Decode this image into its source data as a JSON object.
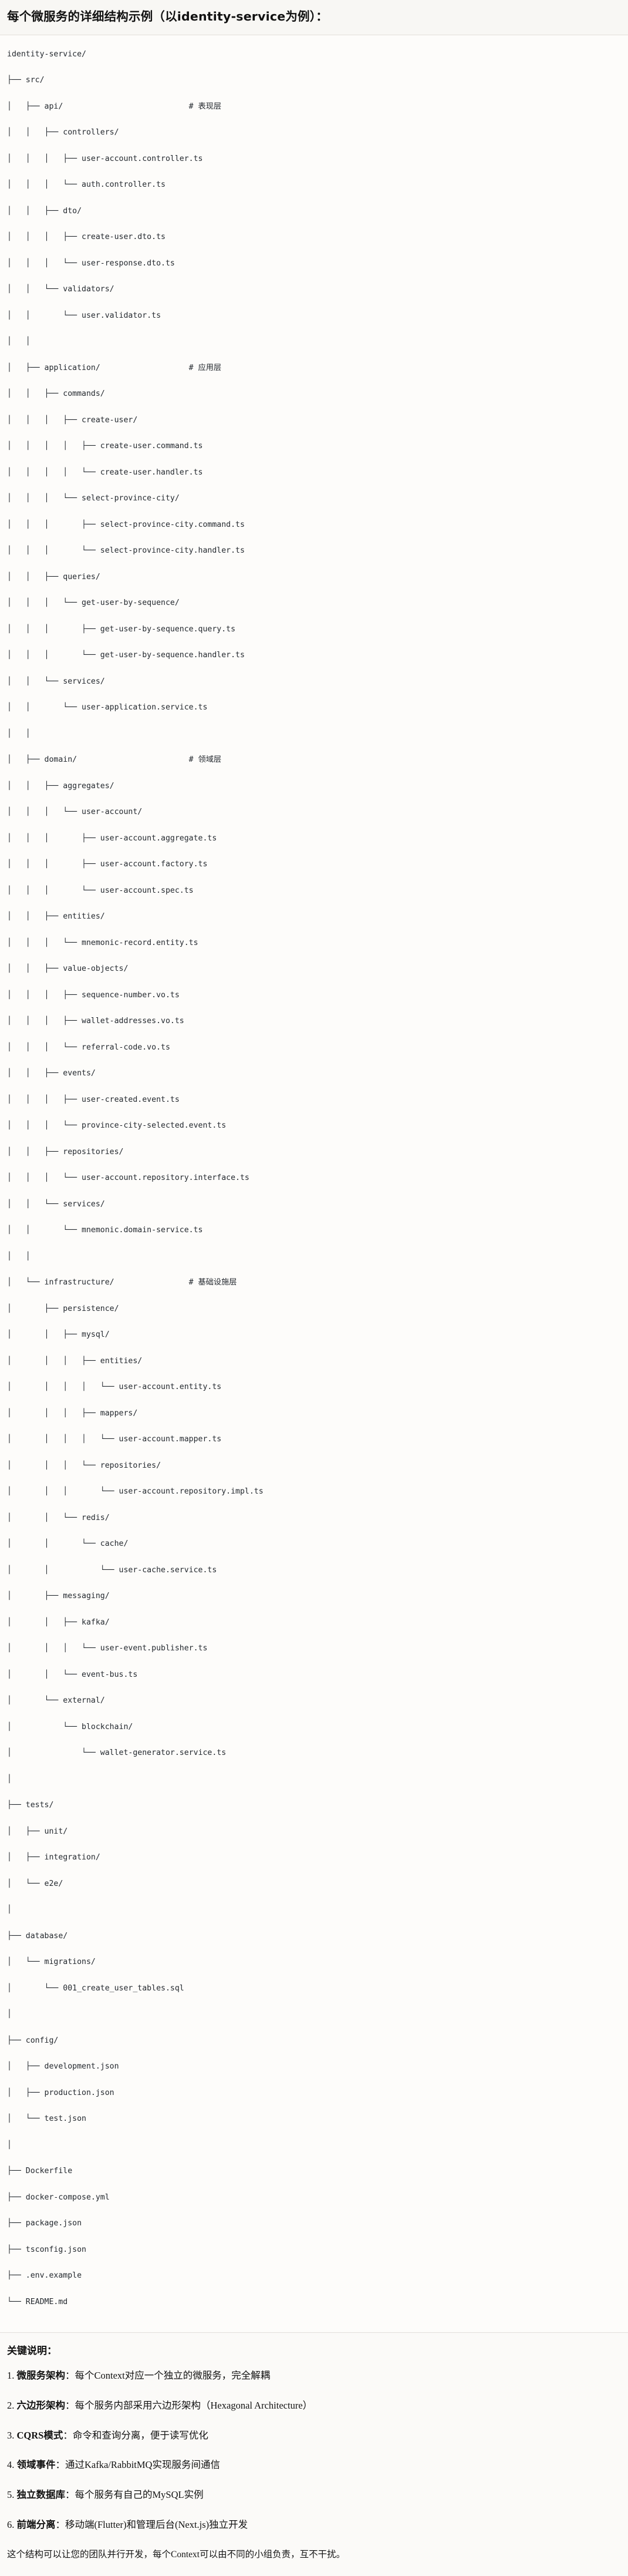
{
  "header": {
    "title": "每个微服务的详细结构示例（以identity-service为例）："
  },
  "tree": {
    "root": "identity-service/",
    "lines": [
      "identity-service/",
      "├── src/",
      "│   ├── api/                           # 表现层",
      "│   │   ├── controllers/",
      "│   │   │   ├── user-account.controller.ts",
      "│   │   │   └── auth.controller.ts",
      "│   │   ├── dto/",
      "│   │   │   ├── create-user.dto.ts",
      "│   │   │   └── user-response.dto.ts",
      "│   │   └── validators/",
      "│   │       └── user.validator.ts",
      "│   │",
      "│   ├── application/                   # 应用层",
      "│   │   ├── commands/",
      "│   │   │   ├── create-user/",
      "│   │   │   │   ├── create-user.command.ts",
      "│   │   │   │   └── create-user.handler.ts",
      "│   │   │   └── select-province-city/",
      "│   │   │       ├── select-province-city.command.ts",
      "│   │   │       └── select-province-city.handler.ts",
      "│   │   ├── queries/",
      "│   │   │   └── get-user-by-sequence/",
      "│   │   │       ├── get-user-by-sequence.query.ts",
      "│   │   │       └── get-user-by-sequence.handler.ts",
      "│   │   └── services/",
      "│   │       └── user-application.service.ts",
      "│   │",
      "│   ├── domain/                        # 领域层",
      "│   │   ├── aggregates/",
      "│   │   │   └── user-account/",
      "│   │   │       ├── user-account.aggregate.ts",
      "│   │   │       ├── user-account.factory.ts",
      "│   │   │       └── user-account.spec.ts",
      "│   │   ├── entities/",
      "│   │   │   └── mnemonic-record.entity.ts",
      "│   │   ├── value-objects/",
      "│   │   │   ├── sequence-number.vo.ts",
      "│   │   │   ├── wallet-addresses.vo.ts",
      "│   │   │   └── referral-code.vo.ts",
      "│   │   ├── events/",
      "│   │   │   ├── user-created.event.ts",
      "│   │   │   └── province-city-selected.event.ts",
      "│   │   ├── repositories/",
      "│   │   │   └── user-account.repository.interface.ts",
      "│   │   └── services/",
      "│   │       └── mnemonic.domain-service.ts",
      "│   │",
      "│   └── infrastructure/                # 基础设施层",
      "│       ├── persistence/",
      "│       │   ├── mysql/",
      "│       │   │   ├── entities/",
      "│       │   │   │   └── user-account.entity.ts",
      "│       │   │   ├── mappers/",
      "│       │   │   │   └── user-account.mapper.ts",
      "│       │   │   └── repositories/",
      "│       │   │       └── user-account.repository.impl.ts",
      "│       │   └── redis/",
      "│       │       └── cache/",
      "│       │           └── user-cache.service.ts",
      "│       ├── messaging/",
      "│       │   ├── kafka/",
      "│       │   │   └── user-event.publisher.ts",
      "│       │   └── event-bus.ts",
      "│       └── external/",
      "│           └── blockchain/",
      "│               └── wallet-generator.service.ts",
      "│",
      "├── tests/",
      "│   ├── unit/",
      "│   ├── integration/",
      "│   └── e2e/",
      "│",
      "├── database/",
      "│   └── migrations/",
      "│       └── 001_create_user_tables.sql",
      "│",
      "├── config/",
      "│   ├── development.json",
      "│   ├── production.json",
      "│   └── test.json",
      "│",
      "├── Dockerfile",
      "├── docker-compose.yml",
      "├── package.json",
      "├── tsconfig.json",
      "├── .env.example",
      "└── README.md"
    ]
  },
  "keys": {
    "title": "关键说明：",
    "items": [
      {
        "num": "1.",
        "label": "微服务架构",
        "sep": "：",
        "text": "每个Context对应一个独立的微服务，完全解耦"
      },
      {
        "num": "2.",
        "label": "六边形架构",
        "sep": "：",
        "text": "每个服务内部采用六边形架构（Hexagonal Architecture）"
      },
      {
        "num": "3.",
        "label": "CQRS模式",
        "sep": "：",
        "text": "命令和查询分离，便于读写优化"
      },
      {
        "num": "4.",
        "label": "领域事件",
        "sep": "：",
        "text": "通过Kafka/RabbitMQ实现服务间通信"
      },
      {
        "num": "5.",
        "label": "独立数据库",
        "sep": "：",
        "text": "每个服务有自己的MySQL实例"
      },
      {
        "num": "6.",
        "label": "前端分离",
        "sep": "：",
        "text": "移动端(Flutter)和管理后台(Next.js)独立开发"
      }
    ],
    "closing": "这个结构可以让您的团队并行开发，每个Context可以由不同的小组负责，互不干扰。"
  },
  "colors": {
    "page_bg": "#fbfaf8",
    "header_bg": "#f8f7f4",
    "rule": "#e2e0db",
    "text": "#1b1b1b",
    "code_text": "#24292f"
  }
}
